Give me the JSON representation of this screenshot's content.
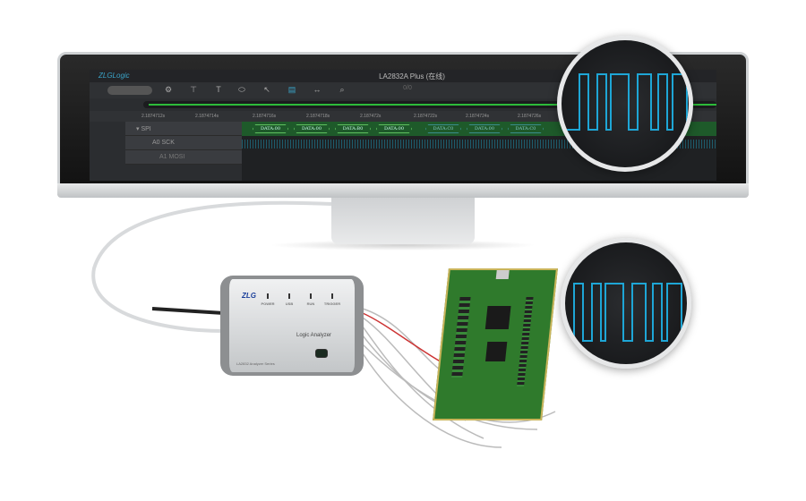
{
  "software": {
    "logo": "ZLGLogic",
    "title": "LA2832A Plus (在线)",
    "page_counter": "0/0",
    "time_ticks": [
      "2.1874712s",
      "2.1874714s",
      "2.1874716s",
      "2.1874718s",
      "2.187472s",
      "2.1874722s",
      "2.1874724s",
      "2.1874726s"
    ],
    "channels": [
      {
        "label": "▾ SPI"
      },
      {
        "label": "A0 SCK"
      },
      {
        "label": "A1 MOSI"
      }
    ],
    "packets": [
      "DATA:00",
      "DATA:00",
      "DATA:B0",
      "DATA:00",
      "DATA:C0",
      "DATA:00",
      "DATA:C0"
    ],
    "tools": [
      "gear-icon",
      "filter-icon",
      "cursor-t-icon",
      "bus-icon",
      "pointer-icon",
      "decoder-icon",
      "measure-icon",
      "zoom-icon"
    ]
  },
  "device": {
    "brand": "ZLG",
    "leds": [
      "POWER",
      "USB",
      "RUN",
      "TRIGGER"
    ],
    "label": "Logic Analyzer",
    "footer": "LA2832 Analyzer Series"
  },
  "colors": {
    "signal": "#1ea6d6",
    "bus_green": "#2dbb3a"
  }
}
